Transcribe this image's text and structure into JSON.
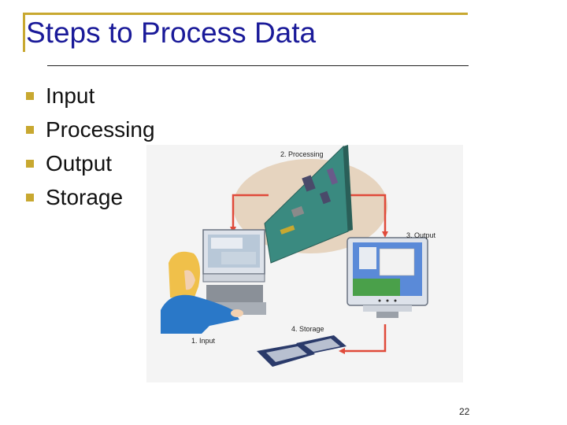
{
  "slide": {
    "title": "Steps to Process Data",
    "bullets": [
      {
        "text": "Input"
      },
      {
        "text": "Processing"
      },
      {
        "text": "Output"
      },
      {
        "text": "Storage"
      }
    ],
    "page_number": "22",
    "accent_color": "#c8a830",
    "title_color": "#1a1a99"
  },
  "diagram": {
    "labels": {
      "processing": "2. Processing",
      "output": "3. Output",
      "storage": "4. Storage",
      "input": "1. Input"
    },
    "arrow_color": "#e04a3a"
  }
}
